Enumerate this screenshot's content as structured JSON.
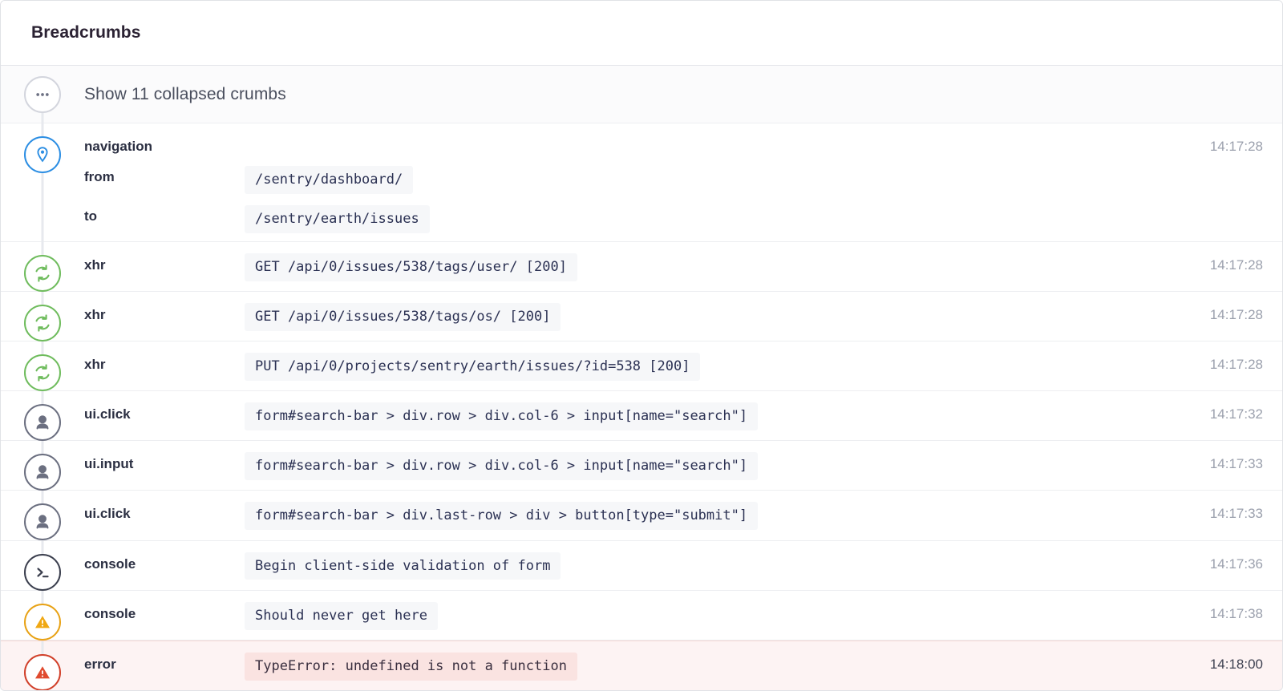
{
  "header": {
    "title": "Breadcrumbs"
  },
  "collapsed": {
    "icon": "ellipsis-icon",
    "label": "Show 11 collapsed crumbs"
  },
  "colors": {
    "navigation": "#2c8ee3",
    "xhr": "#6fbc5d",
    "ui": "#6b6f80",
    "console": "#3b3f4e",
    "warning": "#e8a216",
    "error": "#d1402a",
    "error_row_background": "#fdf3f3",
    "pill_background": "#f6f7f9",
    "error_pill_background": "#fae3e1"
  },
  "crumbs": [
    {
      "type": "navigation",
      "icon": "location-pin-icon",
      "level": "nav",
      "details": [
        {
          "key": "from",
          "value": "/sentry/dashboard/"
        },
        {
          "key": "to",
          "value": "/sentry/earth/issues"
        }
      ],
      "time": "14:17:28"
    },
    {
      "type": "xhr",
      "icon": "sync-arrows-icon",
      "level": "xhr",
      "message": "GET /api/0/issues/538/tags/user/ [200]",
      "time": "14:17:28"
    },
    {
      "type": "xhr",
      "icon": "sync-arrows-icon",
      "level": "xhr",
      "message": "GET /api/0/issues/538/tags/os/ [200]",
      "time": "14:17:28"
    },
    {
      "type": "xhr",
      "icon": "sync-arrows-icon",
      "level": "xhr",
      "message": "PUT /api/0/projects/sentry/earth/issues/?id=538 [200]",
      "time": "14:17:28"
    },
    {
      "type": "ui.click",
      "icon": "user-icon",
      "level": "ui",
      "message": "form#search-bar > div.row > div.col-6 > input[name=\"search\"]",
      "time": "14:17:32"
    },
    {
      "type": "ui.input",
      "icon": "user-icon",
      "level": "ui",
      "message": "form#search-bar > div.row > div.col-6 > input[name=\"search\"]",
      "time": "14:17:33"
    },
    {
      "type": "ui.click",
      "icon": "user-icon",
      "level": "ui",
      "message": "form#search-bar > div.last-row > div > button[type=\"submit\"]",
      "time": "14:17:33"
    },
    {
      "type": "console",
      "icon": "terminal-prompt-icon",
      "level": "console",
      "message": "Begin client-side validation of form",
      "time": "14:17:36"
    },
    {
      "type": "console",
      "icon": "warning-triangle-icon",
      "level": "warn",
      "message": "Should never get here",
      "time": "14:17:38"
    },
    {
      "type": "error",
      "icon": "error-triangle-icon",
      "level": "error",
      "message": "TypeError: undefined is not a function",
      "time": "14:18:00"
    }
  ]
}
